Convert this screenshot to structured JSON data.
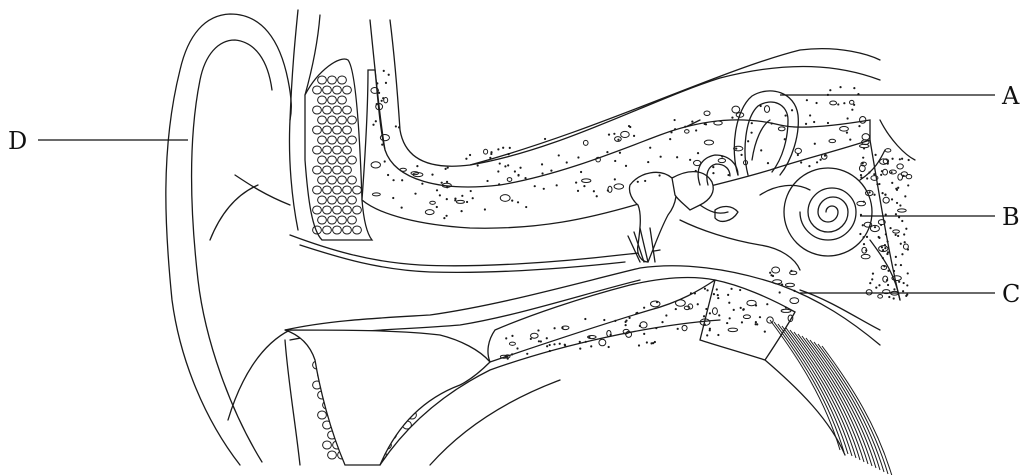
{
  "labels": {
    "A": "A",
    "B": "B",
    "C": "C",
    "D": "D"
  },
  "colors": {
    "line": "#1a1a1a",
    "background": "#ffffff"
  }
}
